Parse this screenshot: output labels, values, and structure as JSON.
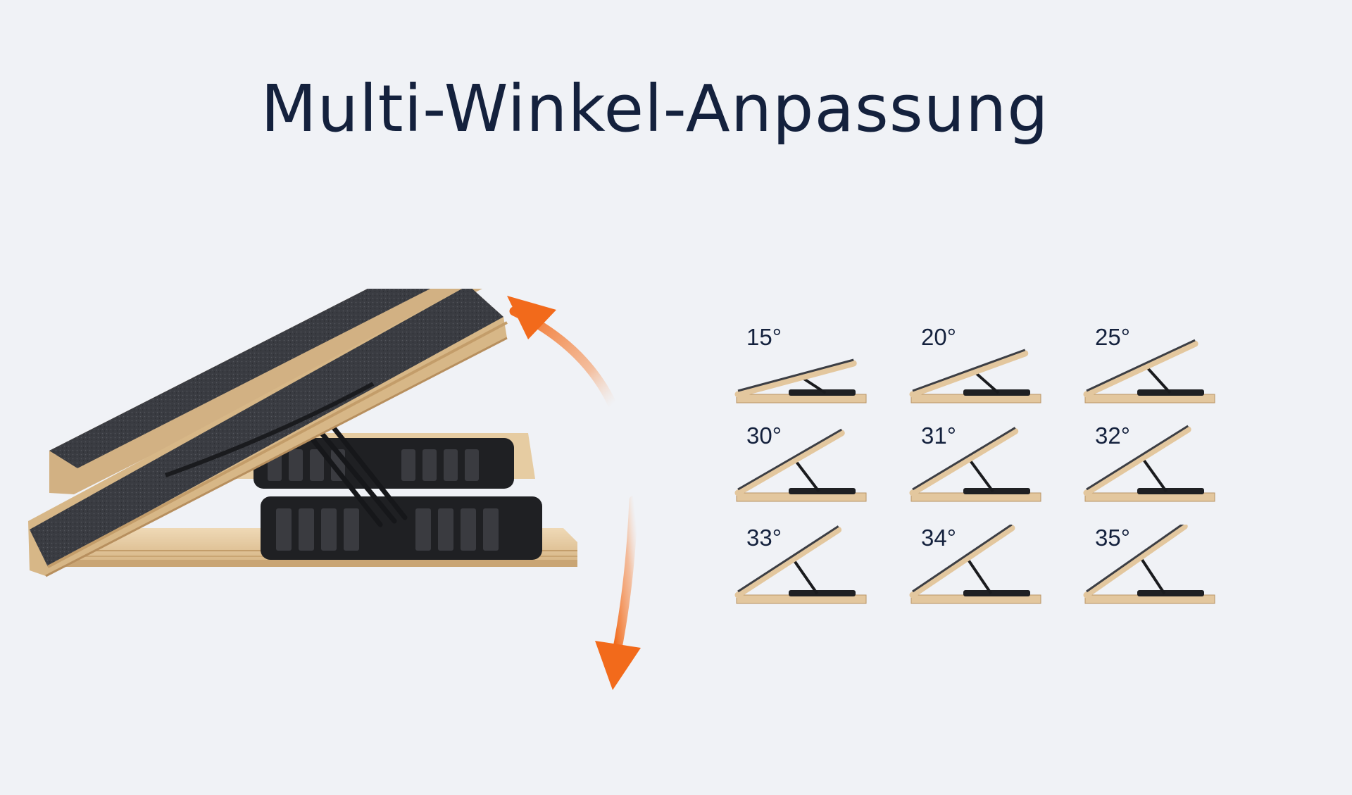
{
  "page": {
    "title": "Multi-Winkel-Anpassung"
  },
  "colors": {
    "background": "#f0f2f6",
    "title": "#14213d",
    "arrow": "#f26a1b",
    "wood": "#e3c79e",
    "grip": "#3c3e44",
    "plate": "#1f2023"
  },
  "hero": {
    "image": "slant-board-icon",
    "arrow": "curved-double-arrow-icon"
  },
  "angles": [
    {
      "label": "15°",
      "degrees": 15
    },
    {
      "label": "20°",
      "degrees": 20
    },
    {
      "label": "25°",
      "degrees": 25
    },
    {
      "label": "30°",
      "degrees": 30
    },
    {
      "label": "31°",
      "degrees": 31
    },
    {
      "label": "32°",
      "degrees": 32
    },
    {
      "label": "33°",
      "degrees": 33
    },
    {
      "label": "34°",
      "degrees": 34
    },
    {
      "label": "35°",
      "degrees": 35
    }
  ]
}
